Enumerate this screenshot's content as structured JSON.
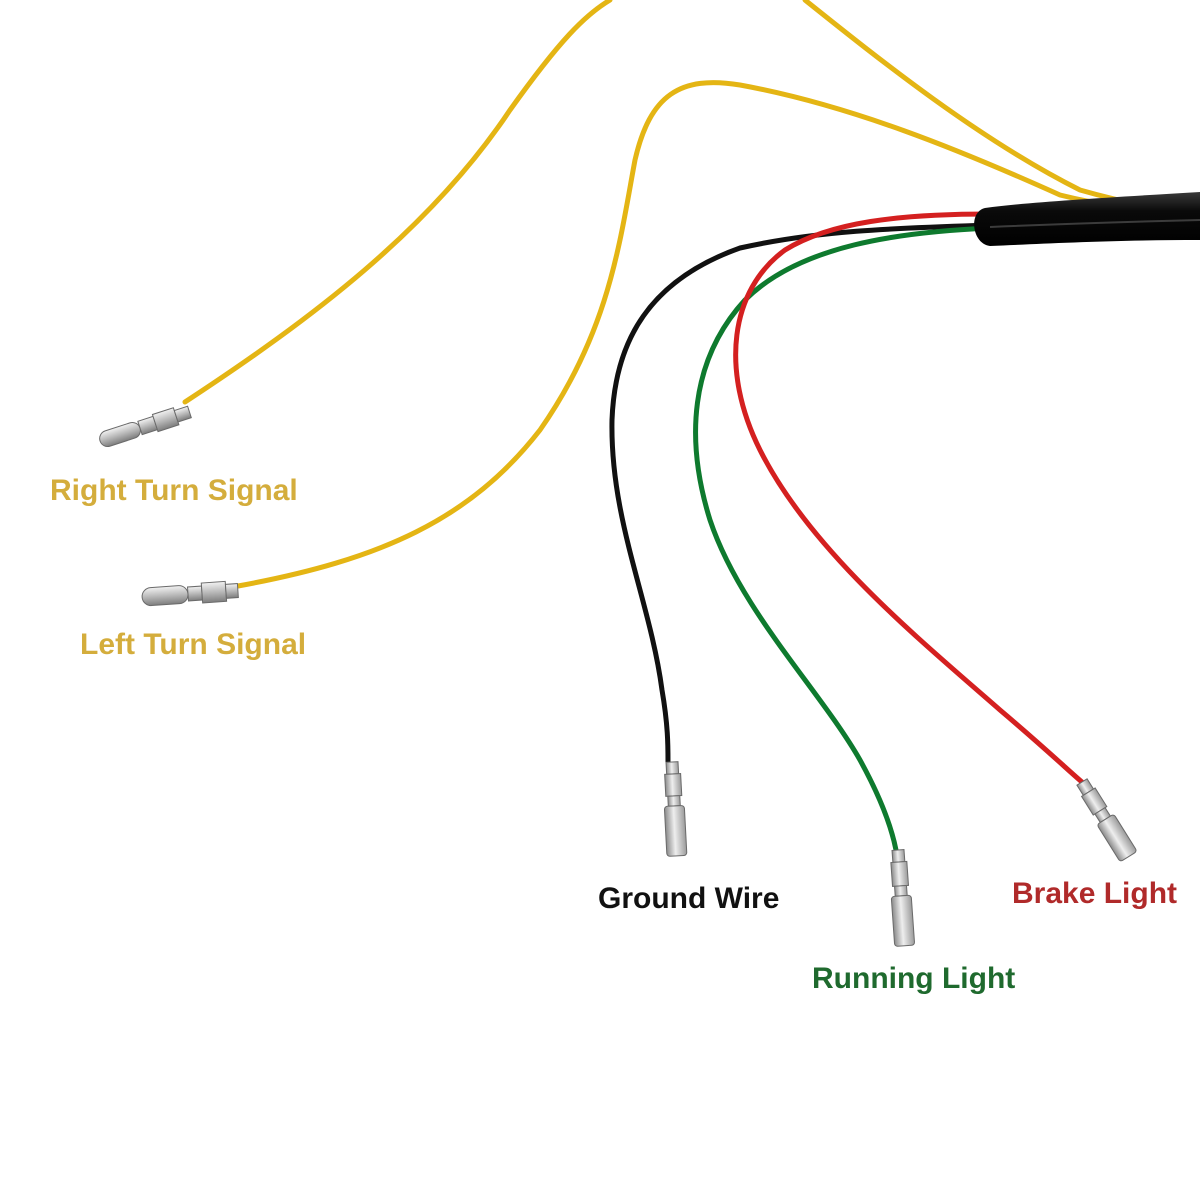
{
  "colors": {
    "yellow_wire": "#e4b514",
    "yellow_label": "#d4ad3c",
    "black_wire": "#111111",
    "green_wire": "#0e7a2e",
    "green_label": "#1f6a2e",
    "red_wire": "#d42020",
    "red_label": "#b02a2a",
    "sheath": "#0c0c0c",
    "terminal_metal": "#c7c7c7"
  },
  "labels": {
    "right_turn": "Right Turn Signal",
    "left_turn": "Left Turn Signal",
    "ground": "Ground Wire",
    "running": "Running Light",
    "brake": "Brake Light"
  }
}
